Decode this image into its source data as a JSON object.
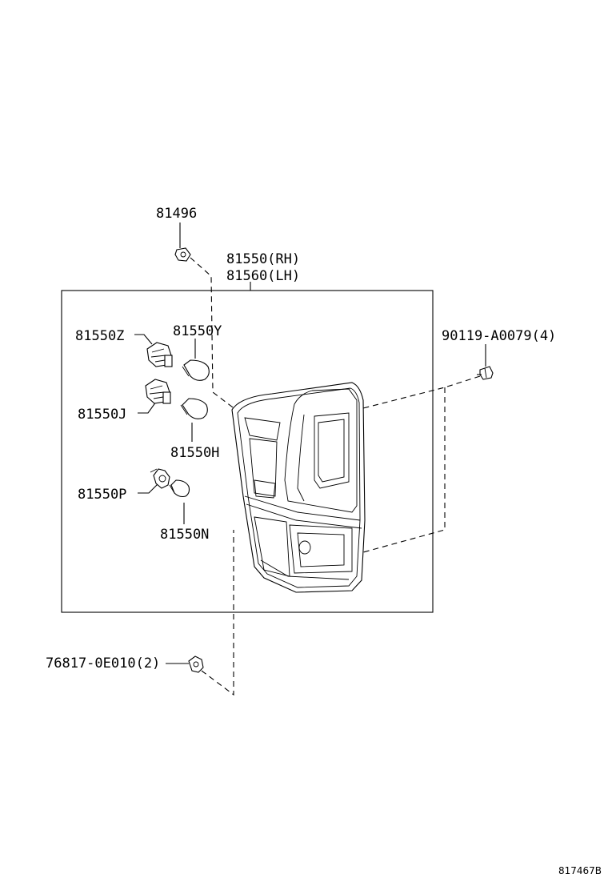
{
  "parts": {
    "clip_81496": "81496",
    "lamp_rh": "81550(RH)",
    "lamp_lh": "81560(LH)",
    "socket_z": "81550Z",
    "bulb_y": "81550Y",
    "socket_j": "81550J",
    "bulb_h": "81550H",
    "socket_p": "81550P",
    "bulb_n": "81550N",
    "screw_90119": "90119-A0079(4)",
    "nut_76817": "76817-0E010(2)"
  },
  "diagram_id": "817467B"
}
